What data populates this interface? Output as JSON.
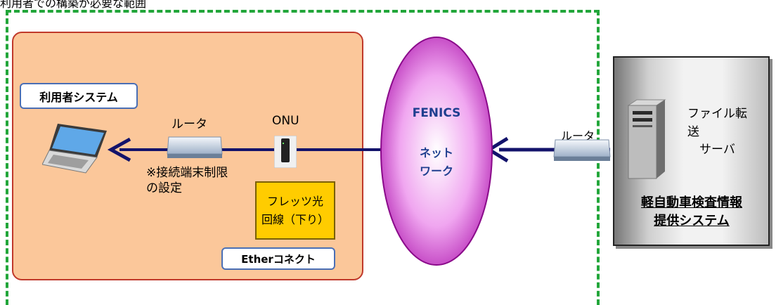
{
  "header": {
    "text": "利用者での構築が必要な範囲"
  },
  "user_system": {
    "label": "利用者システム"
  },
  "router_left": {
    "label": "ルータ",
    "note": "※接続端末制限\nの設定"
  },
  "onu": {
    "label": "ONU"
  },
  "flets": {
    "label": "フレッツ光\n回線（下り）"
  },
  "ether": {
    "label": "Etherコネクト"
  },
  "network": {
    "title": "FENICS",
    "subtitle": "ネット\nワーク"
  },
  "router_right": {
    "label": "ルータ"
  },
  "server": {
    "label": "ファイル転\n送\n　サーバ"
  },
  "provider_system": {
    "label": "軽自動車検査情報\n提供システム"
  },
  "colors": {
    "scope_border": "#22a63a",
    "user_area": "#fbc79a",
    "arrow": "#13136b",
    "network_fill": "#cc33cc",
    "flets": "#ffcc00"
  }
}
